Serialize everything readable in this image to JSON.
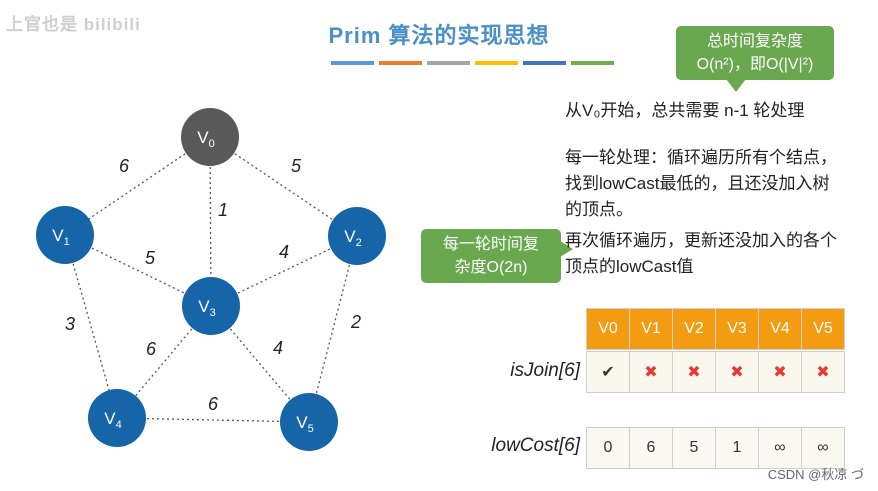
{
  "watermark": "上官也是 bilibili",
  "title": "Prim 算法的实现思想",
  "title_bar_colors": [
    "#5b9bd5",
    "#ed7d31",
    "#a5a5a5",
    "#ffc000",
    "#4472c4",
    "#70ad47"
  ],
  "callouts": {
    "top_line1": "总时间复杂度",
    "top_line2": "O(n²)，即O(|V|²)",
    "mid_line1": "每一轮时间复",
    "mid_line2": "杂度O(2n)"
  },
  "text": {
    "line1": "从V₀开始，总共需要 n-1 轮处理",
    "line2": "每一轮处理：循环遍历所有个结点，找到lowCast最低的，且还没加入树的顶点。",
    "line3": "再次循环遍历，更新还没加入的各个顶点的lowCast值"
  },
  "graph": {
    "nodes": [
      {
        "id": "V0",
        "label": "V",
        "sub": "0",
        "color": "#595959"
      },
      {
        "id": "V1",
        "label": "V",
        "sub": "1",
        "color": "#1565a8"
      },
      {
        "id": "V2",
        "label": "V",
        "sub": "2",
        "color": "#1565a8"
      },
      {
        "id": "V3",
        "label": "V",
        "sub": "3",
        "color": "#1565a8"
      },
      {
        "id": "V4",
        "label": "V",
        "sub": "4",
        "color": "#1565a8"
      },
      {
        "id": "V5",
        "label": "V",
        "sub": "5",
        "color": "#1565a8"
      }
    ],
    "edges": [
      {
        "from": "V0",
        "to": "V1",
        "weight": "6"
      },
      {
        "from": "V0",
        "to": "V2",
        "weight": "5"
      },
      {
        "from": "V0",
        "to": "V3",
        "weight": "1"
      },
      {
        "from": "V1",
        "to": "V3",
        "weight": "5"
      },
      {
        "from": "V2",
        "to": "V3",
        "weight": "4"
      },
      {
        "from": "V1",
        "to": "V4",
        "weight": "3"
      },
      {
        "from": "V2",
        "to": "V5",
        "weight": "2"
      },
      {
        "from": "V3",
        "to": "V4",
        "weight": "6"
      },
      {
        "from": "V3",
        "to": "V5",
        "weight": "4"
      },
      {
        "from": "V4",
        "to": "V5",
        "weight": "6"
      }
    ]
  },
  "arrays": {
    "headers": [
      "V0",
      "V1",
      "V2",
      "V3",
      "V4",
      "V5"
    ],
    "isjoin_label": "isJoin[6]",
    "isjoin_values": [
      "✔",
      "✖",
      "✖",
      "✖",
      "✖",
      "✖"
    ],
    "lowcost_label": "lowCost[6]",
    "lowcost_values": [
      "0",
      "6",
      "5",
      "1",
      "∞",
      "∞"
    ]
  },
  "footer": "CSDN @秋凉 づ"
}
